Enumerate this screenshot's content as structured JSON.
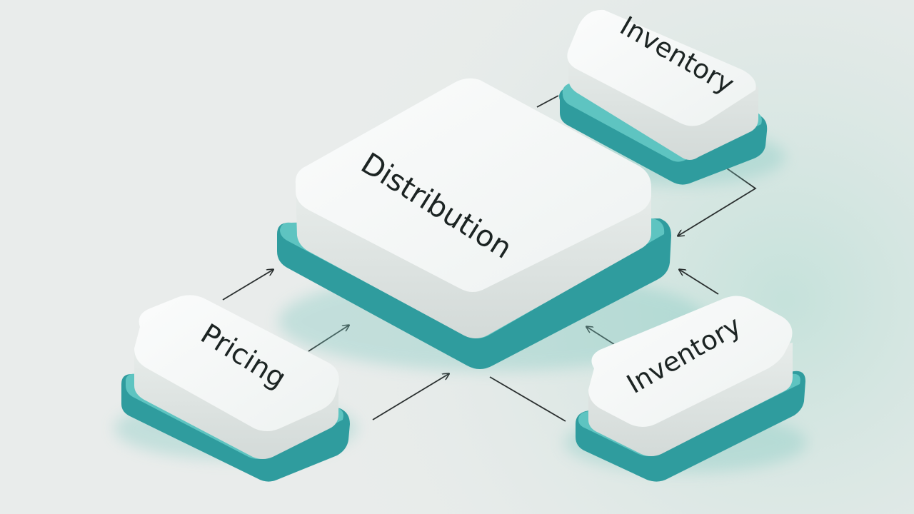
{
  "colors": {
    "background": "#e9eceb",
    "background_tint": "#bfe0d8",
    "block_top": "#f6f8f7",
    "block_side": "#e0e5e3",
    "base_top": "#5ec4c1",
    "base_side": "#2f9c9e",
    "arrow": "#2a2f2f",
    "text": "#1c2423"
  },
  "diagram": {
    "center": {
      "label": "Distribution"
    },
    "blocks": [
      {
        "id": "inventory-top",
        "label": "Inventory"
      },
      {
        "id": "pricing",
        "label": "Pricing"
      },
      {
        "id": "inventory-bottom",
        "label": "Inventory"
      }
    ]
  }
}
